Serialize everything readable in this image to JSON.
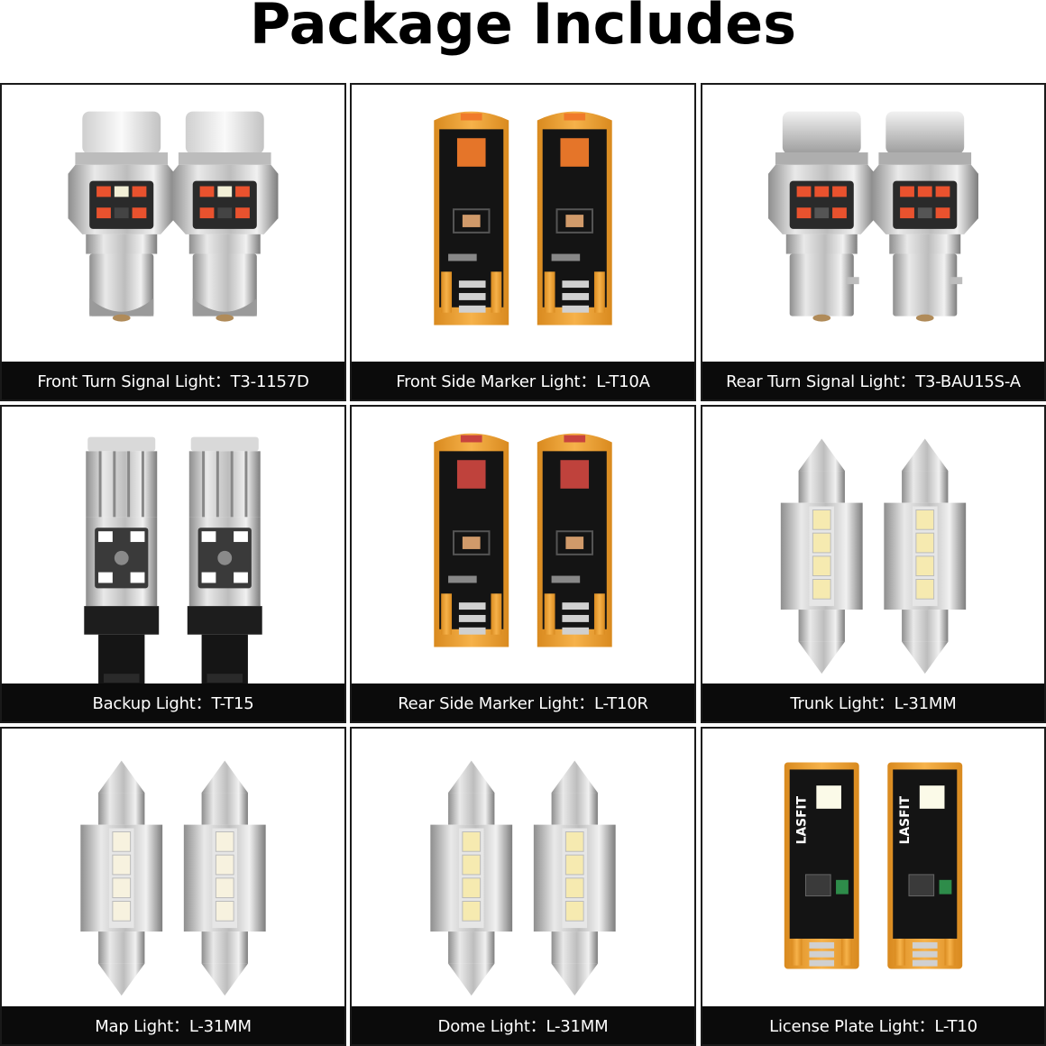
{
  "title": "Package Includes",
  "items": [
    {
      "type": "bulb1157",
      "label": "Front Turn Signal Light：T3-1157D",
      "led": "#e9522e",
      "led2": "#f2efd6"
    },
    {
      "type": "wedge",
      "label": "Front Side Marker Light：L-T10A",
      "led": "#f07a2a"
    },
    {
      "type": "bau15s",
      "label": "Rear Turn Signal Light：T3-BAU15S-A",
      "led": "#e9522e"
    },
    {
      "type": "t15",
      "label": "Backup Light：T-T15",
      "led": "#ffffff"
    },
    {
      "type": "wedge",
      "label": "Rear Side Marker Light：L-T10R",
      "led": "#c8443e"
    },
    {
      "type": "festoon",
      "label": "Trunk Light：L-31MM",
      "led": "#f6eab0"
    },
    {
      "type": "festoon",
      "label": "Map Light：L-31MM",
      "led": "#f7f2df"
    },
    {
      "type": "festoon",
      "label": "Dome Light：L-31MM",
      "led": "#f6eab0"
    },
    {
      "type": "t10",
      "label": "License Plate Light：L-T10",
      "led": "#fbfae8",
      "brand": "LASFIT"
    }
  ],
  "colors": {
    "caption_bg": "#0b0b0b",
    "pcb": "#f0a93a",
    "silver": "#c9c9c9"
  }
}
